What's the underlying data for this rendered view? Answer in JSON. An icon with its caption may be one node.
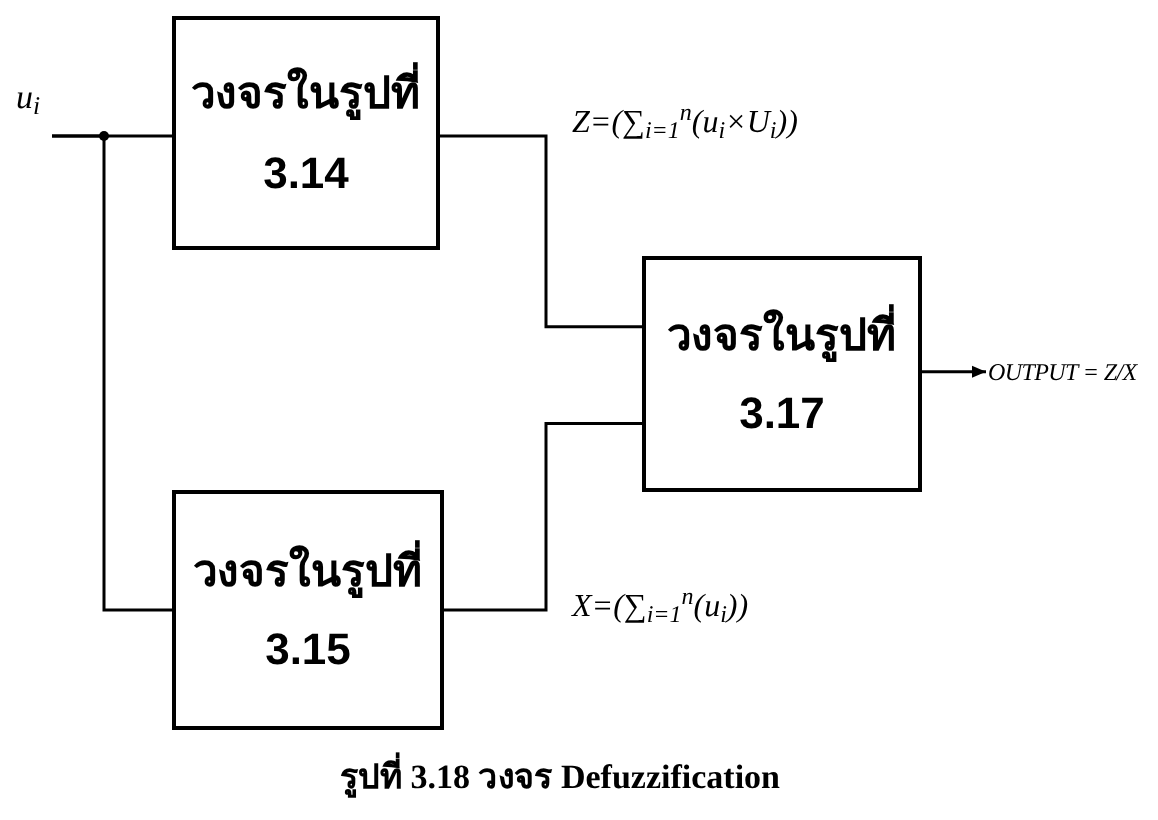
{
  "diagram": {
    "caption": "รูปที่ 3.18 วงจร Defuzzification",
    "nodes": [
      {
        "text": [
          "u$_{i}$"
        ]
      },
      {
        "text": [
          "วงจรในรูปที่",
          "3.14"
        ]
      },
      {
        "text": [
          "วงจรในรูปที่",
          "3.15"
        ]
      },
      {
        "text": [
          "วงจรในรูปที่",
          "3.17"
        ]
      }
    ],
    "edges": [
      {
        "from": 0,
        "to": 1,
        "arrow": "none"
      },
      {
        "from": 0,
        "to": 2,
        "arrow": "none"
      },
      {
        "from": 1,
        "to": 3,
        "arrow": "none",
        "label": "Z=(∑$_{i=1}$$^{n}$(u$_{i}$×U$_{i}$))"
      },
      {
        "from": 2,
        "to": 3,
        "arrow": "none",
        "label": "X=(∑$_{i=1}$$^{n}$(u$_{i}$))"
      },
      {
        "from": 3,
        "to": null,
        "arrow": "to",
        "label": "OUTPUT = Z/X"
      }
    ]
  }
}
